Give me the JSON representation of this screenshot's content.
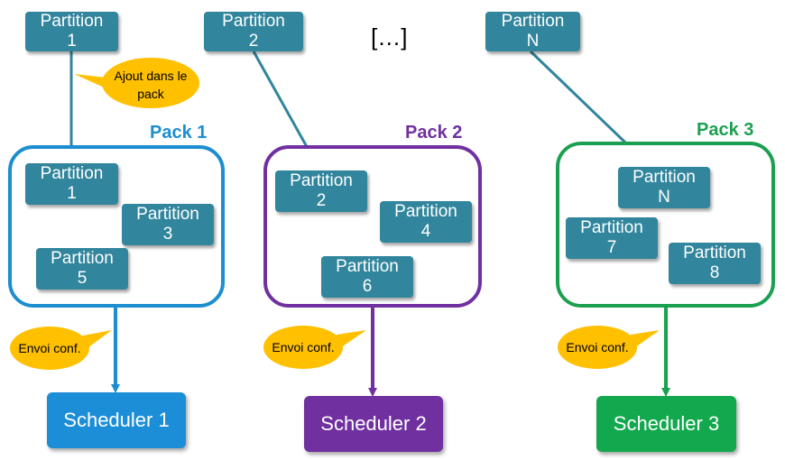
{
  "top_partitions": [
    {
      "label": "Partition",
      "num": "1"
    },
    {
      "label": "Partition",
      "num": "2"
    },
    {
      "label": "Partition",
      "num": "N"
    }
  ],
  "ellipsis": "[…]",
  "callouts": {
    "ajout": [
      "Ajout dans le",
      "pack"
    ],
    "envoi": "Envoi conf."
  },
  "packs": [
    {
      "name": "Pack 1",
      "color": "#1c8ed0",
      "partitions": [
        {
          "label": "Partition",
          "num": "1"
        },
        {
          "label": "Partition",
          "num": "3"
        },
        {
          "label": "Partition",
          "num": "5"
        }
      ]
    },
    {
      "name": "Pack 2",
      "color": "#7030a0",
      "partitions": [
        {
          "label": "Partition",
          "num": "2"
        },
        {
          "label": "Partition",
          "num": "4"
        },
        {
          "label": "Partition",
          "num": "6"
        }
      ]
    },
    {
      "name": "Pack 3",
      "color": "#1aa050",
      "partitions": [
        {
          "label": "Partition",
          "num": "N"
        },
        {
          "label": "Partition",
          "num": "7"
        },
        {
          "label": "Partition",
          "num": "8"
        }
      ]
    }
  ],
  "schedulers": [
    {
      "label": "Scheduler 1",
      "color": "#1c8ed8"
    },
    {
      "label": "Scheduler 2",
      "color": "#7030a0"
    },
    {
      "label": "Scheduler 3",
      "color": "#12a84e"
    }
  ],
  "colors": {
    "partition": "#31859c",
    "callout": "#ffc000",
    "arrow_top": "#31859c"
  }
}
